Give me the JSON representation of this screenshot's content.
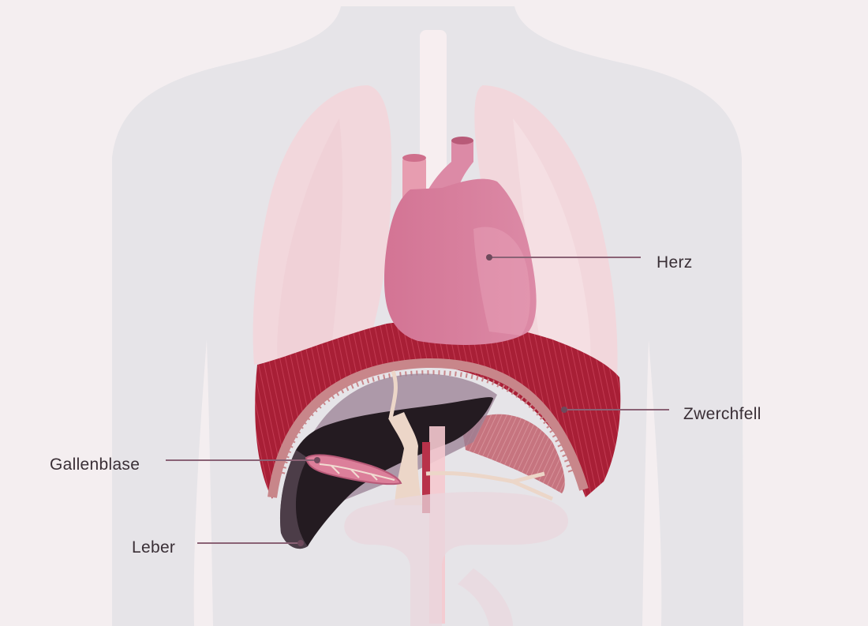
{
  "labels": {
    "herz": "Herz",
    "zwerchfell": "Zwerchfell",
    "gallenblase": "Gallenblase",
    "leber": "Leber"
  },
  "colors": {
    "background": "#f4eef0",
    "body_silhouette": "#e6e4e8",
    "lung": "#f2d7dc",
    "heart": "#d37494",
    "diaphragm": "#a81f36",
    "diaphragm_rim": "#c8868a",
    "liver": "#241b21",
    "gallbladder": "#dc7f9a",
    "leader_line": "#8a6275"
  }
}
